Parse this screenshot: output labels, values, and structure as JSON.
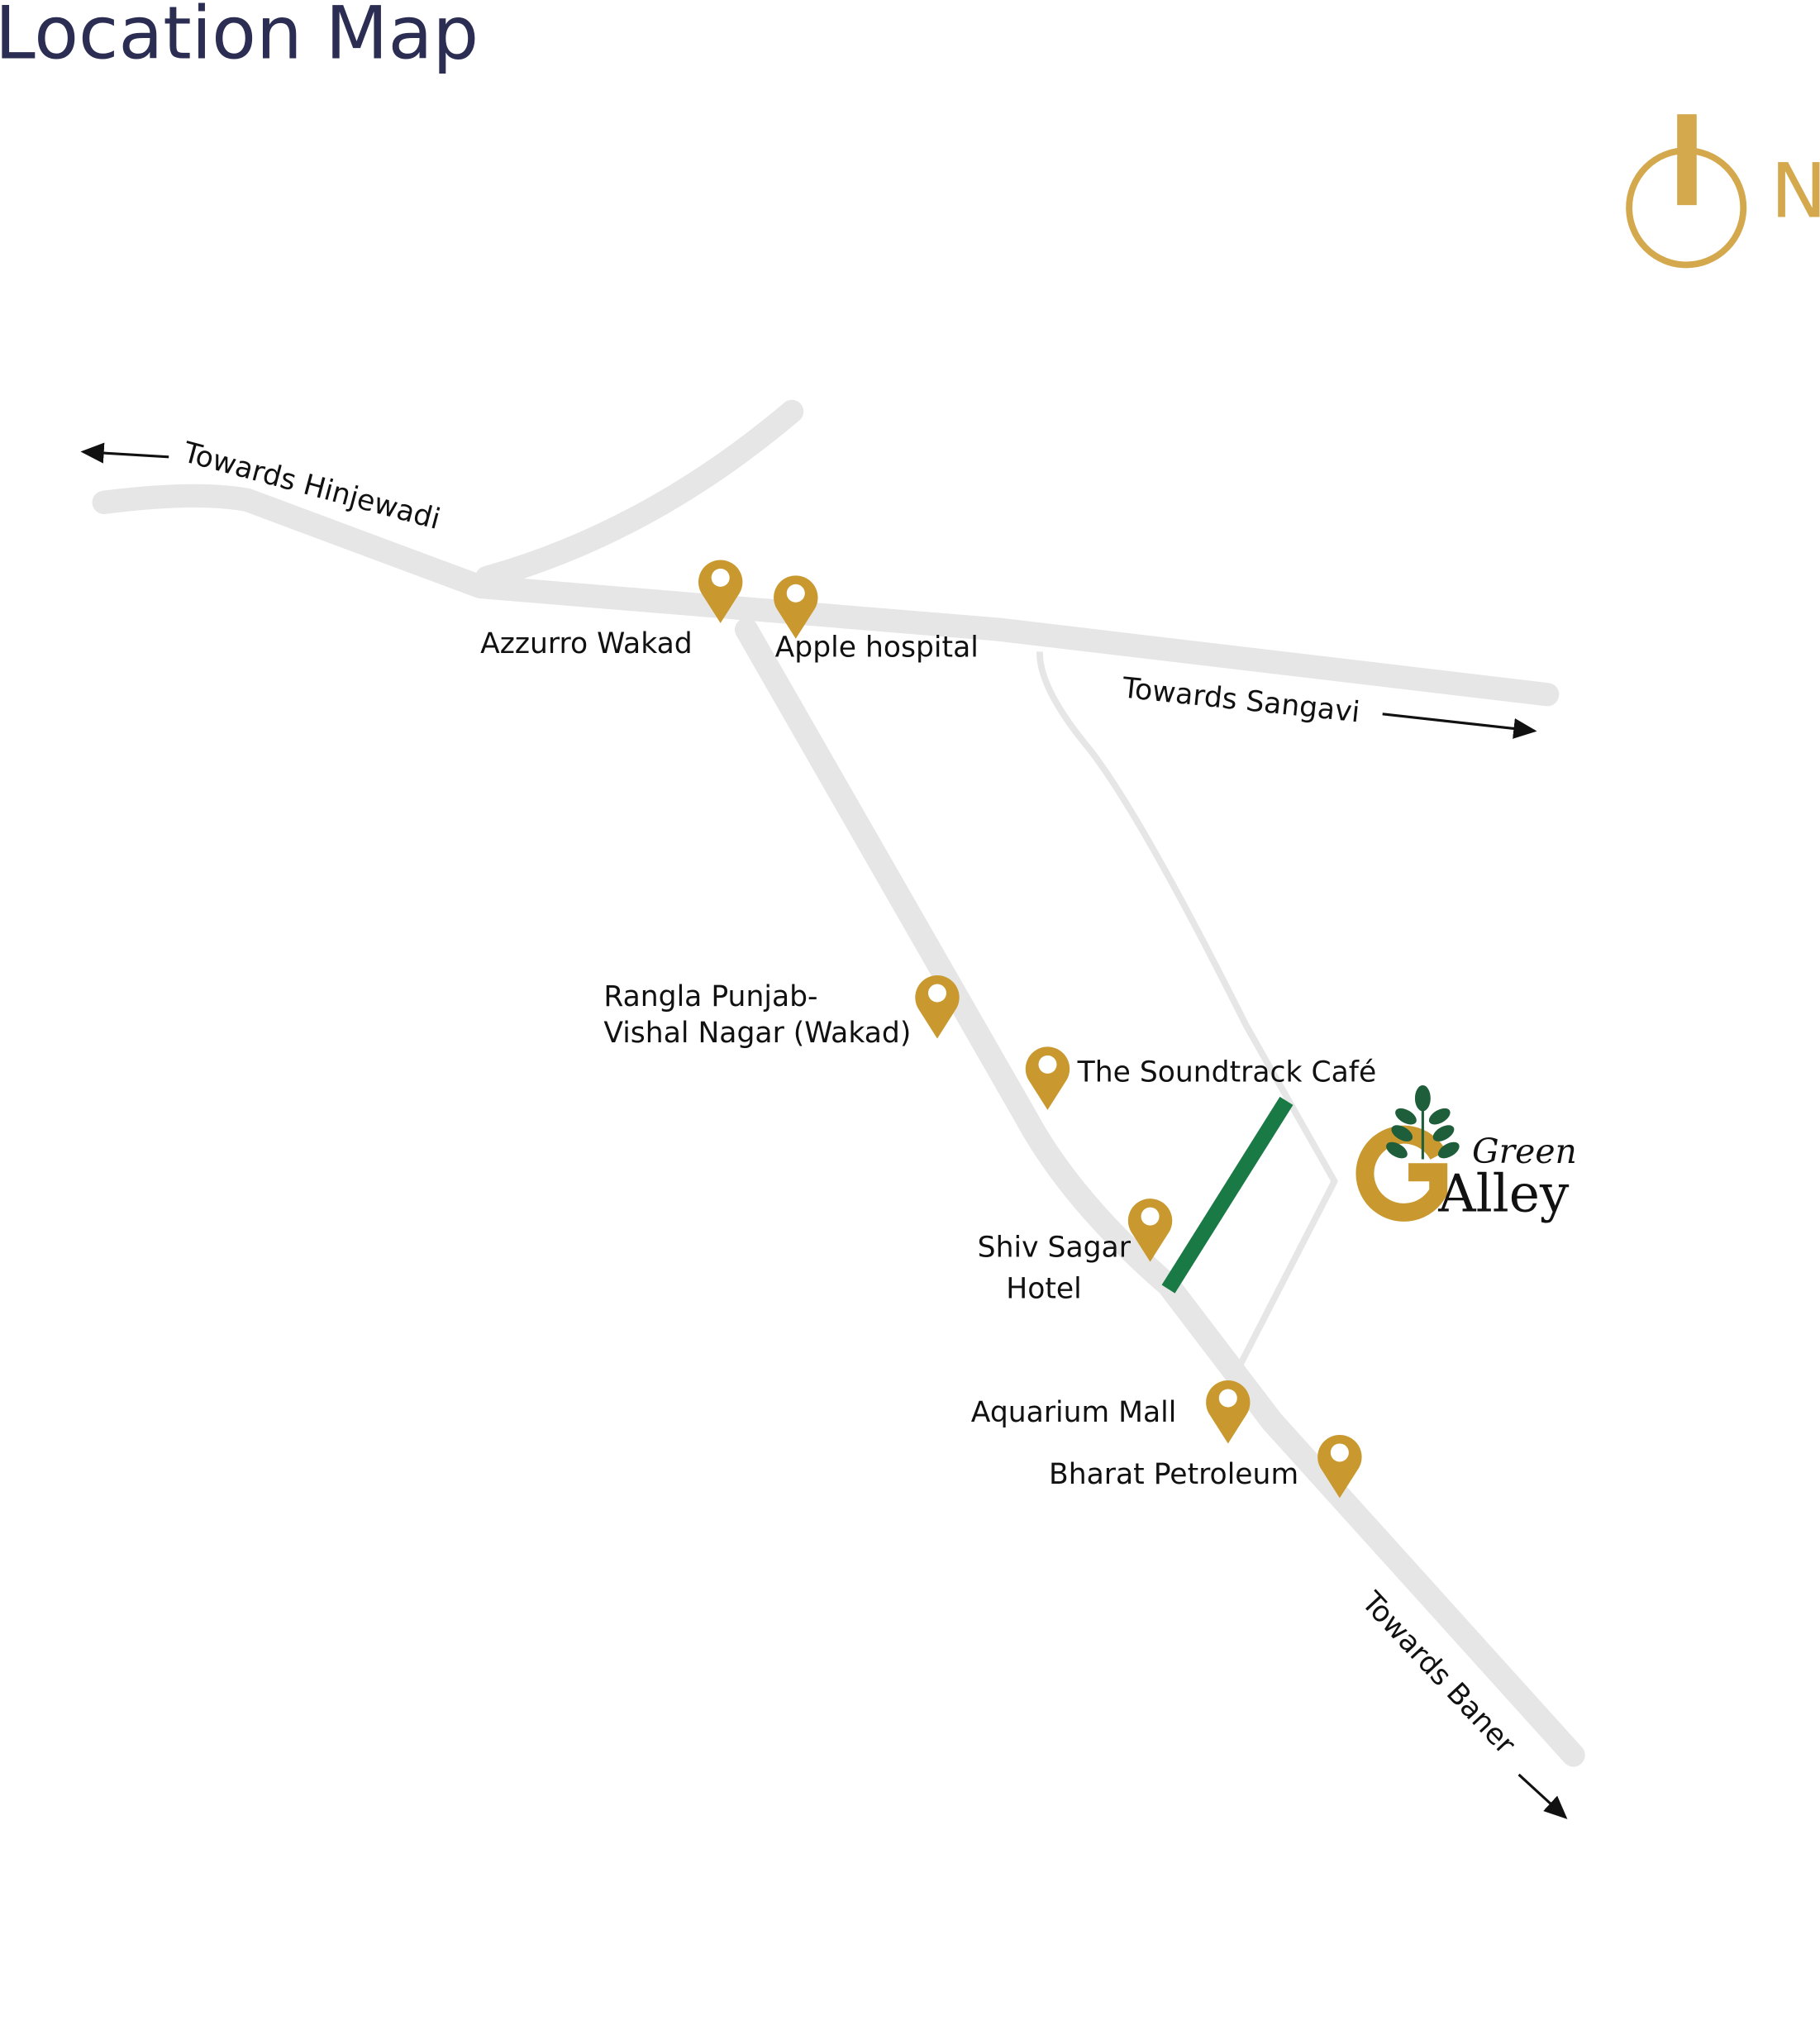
{
  "title": "Location Map",
  "compass": {
    "label": "N",
    "icon": "north-arrow-icon",
    "color": "#c9992f"
  },
  "directions": {
    "hinjewadi": "Towards Hinjewadi",
    "sangavi": "Towards Sangavi",
    "baner": "Towards Baner"
  },
  "landmarks": [
    {
      "name": "Azzurro Wakad"
    },
    {
      "name": "Apple hospital"
    },
    {
      "name_line1": "Rangla Punjab-",
      "name_line2": "Vishal Nagar (Wakad)"
    },
    {
      "name": "The Soundtrack Café"
    },
    {
      "name_line1": "Shiv Sagar",
      "name_line2": "Hotel"
    },
    {
      "name": "Aquarium Mall"
    },
    {
      "name": "Bharat Petroleum"
    }
  ],
  "project": {
    "logo_line1": "Green",
    "logo_line2": "Alley",
    "route_color": "#1a7a45"
  },
  "colors": {
    "road": "#e6e6e6",
    "pin": "#c9992f",
    "title": "#2b2d52"
  }
}
